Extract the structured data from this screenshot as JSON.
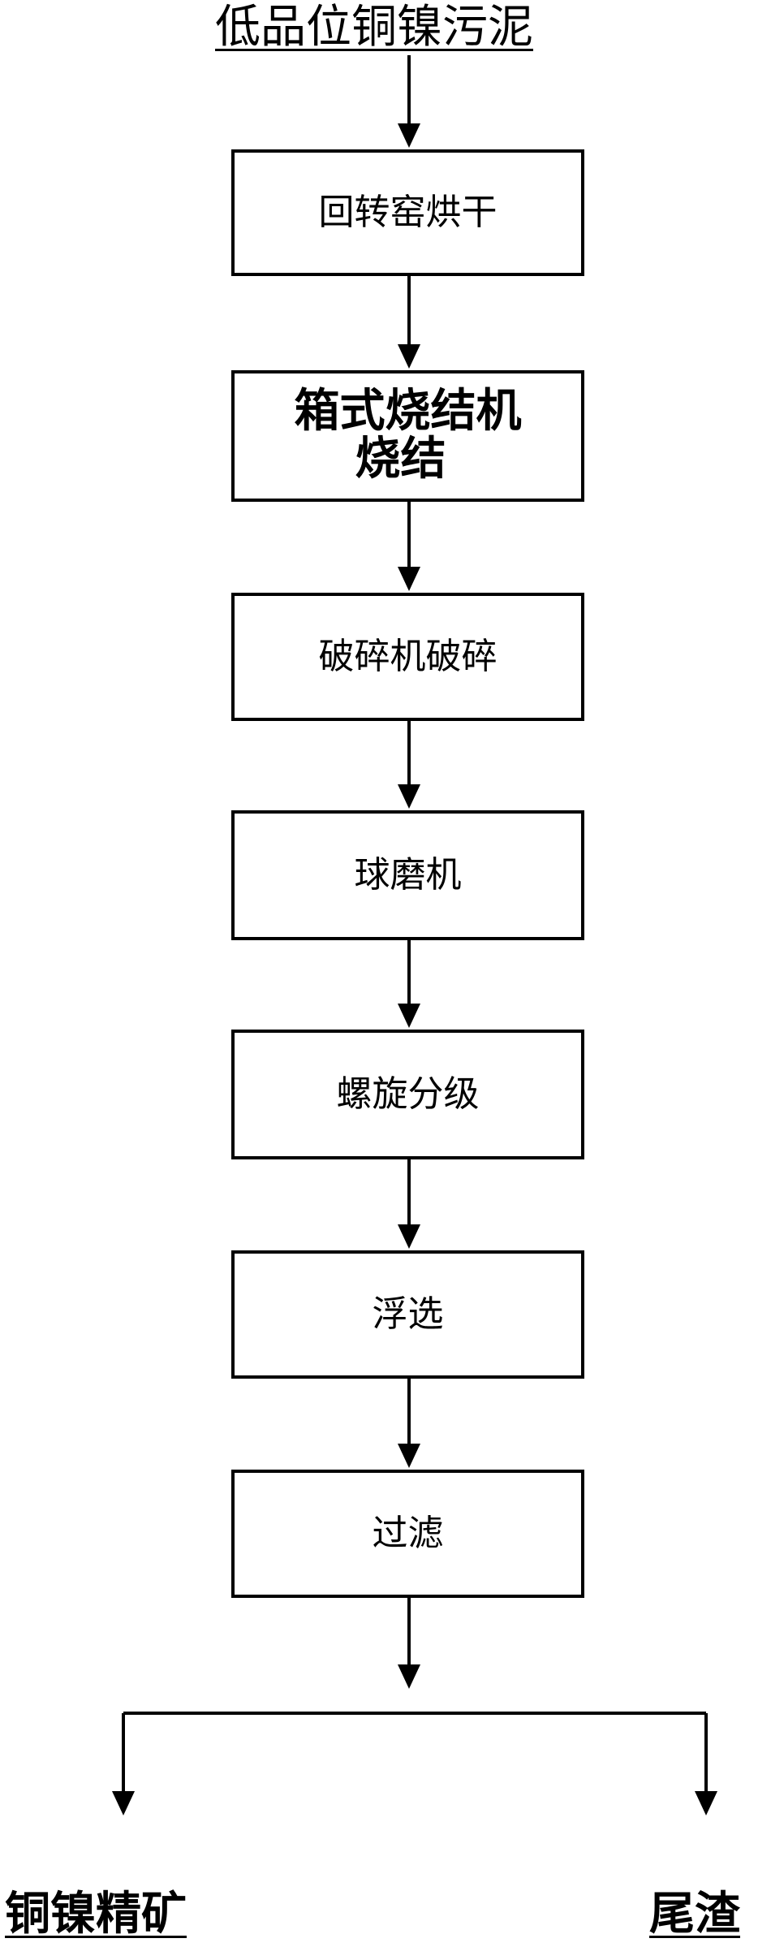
{
  "source": "低品位铜镍污泥",
  "steps": [
    {
      "lines": [
        "回转窑烘干"
      ]
    },
    {
      "lines": [
        "箱式烧结机",
        "烧结"
      ]
    },
    {
      "lines": [
        "破碎机破碎"
      ]
    },
    {
      "lines": [
        "球磨机"
      ]
    },
    {
      "lines": [
        "螺旋分级"
      ]
    },
    {
      "lines": [
        "浮选"
      ]
    },
    {
      "lines": [
        "过滤"
      ]
    }
  ],
  "outputs": {
    "left": "铜镍精矿",
    "right": "尾渣"
  }
}
